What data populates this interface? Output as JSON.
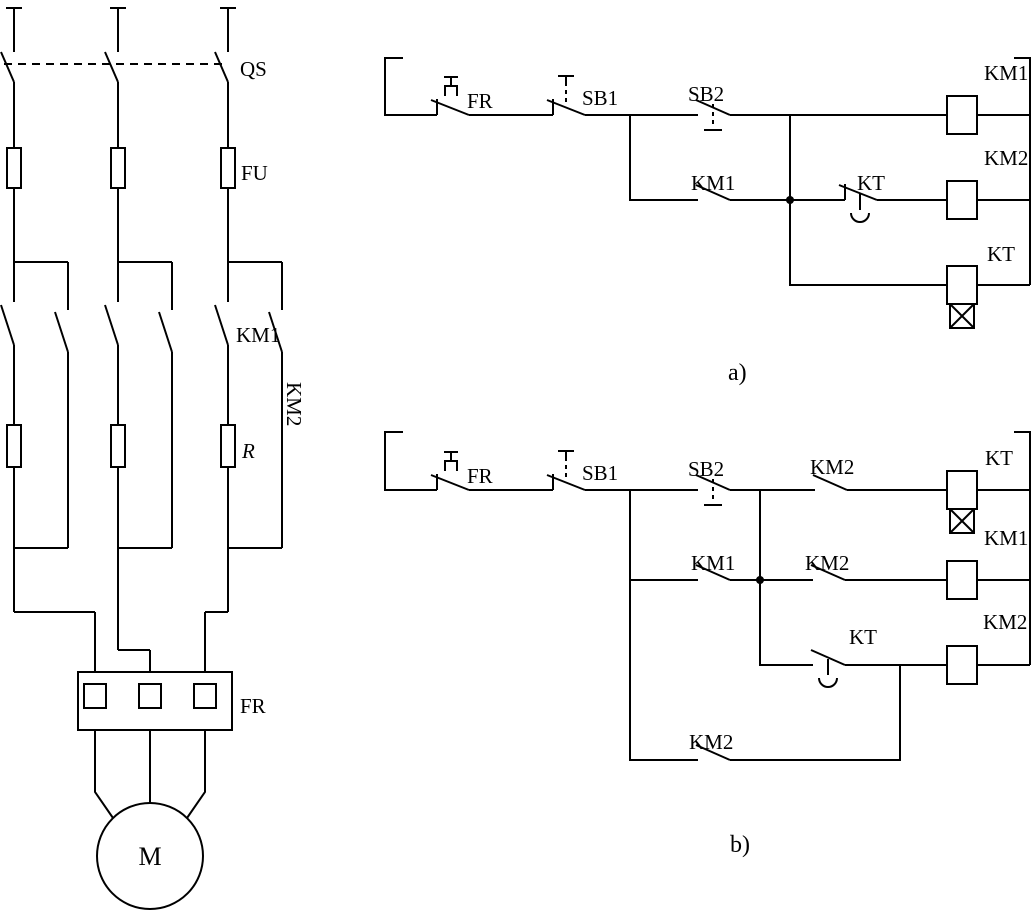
{
  "figure": {
    "power_circuit": {
      "qs_label": "QS",
      "fu_label": "FU",
      "km1_label": "KM1",
      "km2_label": "KM2",
      "r_label": "R",
      "fr_label": "FR",
      "motor_label": "M"
    },
    "circuit_a": {
      "caption": "a)",
      "fr_label": "FR",
      "sb1_label": "SB1",
      "sb2_label": "SB2",
      "km1_contact_label": "KM1",
      "kt_contact_label": "KT",
      "km1_coil_label": "KM1",
      "km2_coil_label": "KM2",
      "kt_coil_label": "KT"
    },
    "circuit_b": {
      "caption": "b)",
      "fr_label": "FR",
      "sb1_label": "SB1",
      "sb2_label": "SB2",
      "km2_main_contact_label": "KM2",
      "km1_contact_label": "KM1",
      "km2_aux_contact_label": "KM2",
      "kt_contact_label": "KT",
      "km2_bottom_contact_label": "KM2",
      "kt_coil_label": "KT",
      "km1_coil_label": "KM1",
      "km2_coil_label": "KM2"
    }
  }
}
